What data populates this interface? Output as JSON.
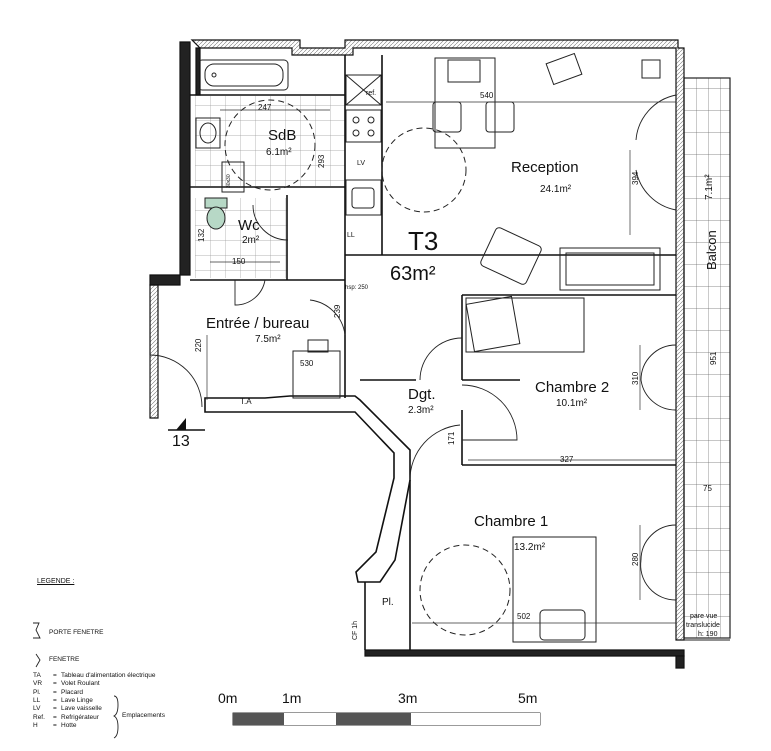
{
  "title": {
    "type": "T3",
    "area": "63m²"
  },
  "rooms": {
    "sdb": {
      "name": "SdB",
      "area": "6.1m²"
    },
    "wc": {
      "name": "Wc",
      "area": "2m²"
    },
    "reception": {
      "name": "Reception",
      "area": "24.1m²"
    },
    "entree": {
      "name": "Entrée / bureau",
      "area": "7.5m²"
    },
    "dgt": {
      "name": "Dgt.",
      "area": "2.3m²"
    },
    "chambre2": {
      "name": "Chambre 2",
      "area": "10.1m²"
    },
    "chambre1": {
      "name": "Chambre 1",
      "area": "13.2m²"
    },
    "balcon": {
      "name": "Balcon",
      "area": "7.1m²"
    }
  },
  "dimensions": {
    "d247": "247",
    "d293": "293",
    "d132": "132",
    "d150": "150",
    "d540": "540",
    "d394": "394",
    "d239": "239",
    "d220": "220",
    "d530": "530",
    "d171": "171",
    "d310": "310",
    "d327": "327",
    "d951": "951",
    "d75": "75",
    "d280": "280",
    "d502": "502"
  },
  "fixtures": {
    "ref": "ref.",
    "lv": "LV",
    "ll": "LL",
    "vr": "30x30",
    "hsp": "hsp: 250",
    "ta": "T.A",
    "pl": "Pl.",
    "cf": "CF 1h",
    "entry": "13",
    "parevue": "pare vue",
    "translucide": "translucide",
    "h190": "h: 190"
  },
  "legend": {
    "title": "LEGENDE :",
    "porte_fenetre": "PORTE FENETRE",
    "fenetre": "FENETRE",
    "rows": [
      {
        "code": "TA",
        "eq": "=",
        "desc": "Tableau d'alimentation électrique"
      },
      {
        "code": "VR",
        "eq": "=",
        "desc": "Volet Roulant"
      },
      {
        "code": "Pl.",
        "eq": "=",
        "desc": "Placard"
      },
      {
        "code": "LL",
        "eq": "=",
        "desc": "Lave Linge"
      },
      {
        "code": "LV",
        "eq": "=",
        "desc": "Lave vaisselle"
      },
      {
        "code": "Ref.",
        "eq": "=",
        "desc": "Refrigérateur"
      },
      {
        "code": "H",
        "eq": "=",
        "desc": "Hotte"
      }
    ],
    "emplacements": "Emplacements"
  },
  "scale_bar": {
    "labels": [
      "0m",
      "1m",
      "3m",
      "5m"
    ]
  }
}
